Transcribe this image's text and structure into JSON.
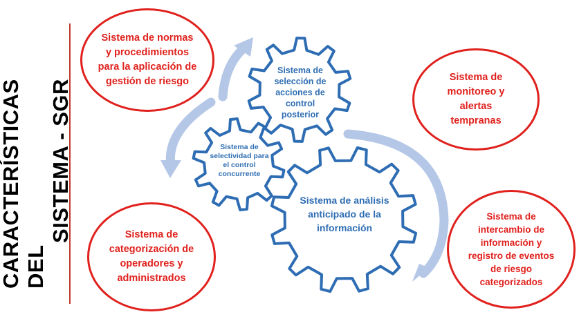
{
  "title": {
    "line1": "CARACTERÍSTICAS DEL",
    "line2": "SISTEMA - SGR"
  },
  "circles": {
    "normas": "Sistema de normas y procedimientos para la aplicación de gestión de riesgo",
    "monitoreo": "Sistema de monitoreo y alertas tempranas",
    "categorizacion": "Sistema de categorización de operadores y administrados",
    "intercambio": "Sistema de intercambio de información y registro de eventos de riesgo categorizados"
  },
  "gears": {
    "seleccion": "Sistema de selección de acciones de control posterior",
    "selectividad": "Sistema de selectividad para el control concurrente",
    "analisis": "Sistema de análisis anticipado de la información"
  },
  "colors": {
    "circle_border": "#e0211d",
    "circle_text": "#e0211d",
    "gear_stroke": "#2e6db3",
    "gear_text": "#2e6db3",
    "arrow": "#b4c7e7",
    "rule": "#c0392b"
  }
}
